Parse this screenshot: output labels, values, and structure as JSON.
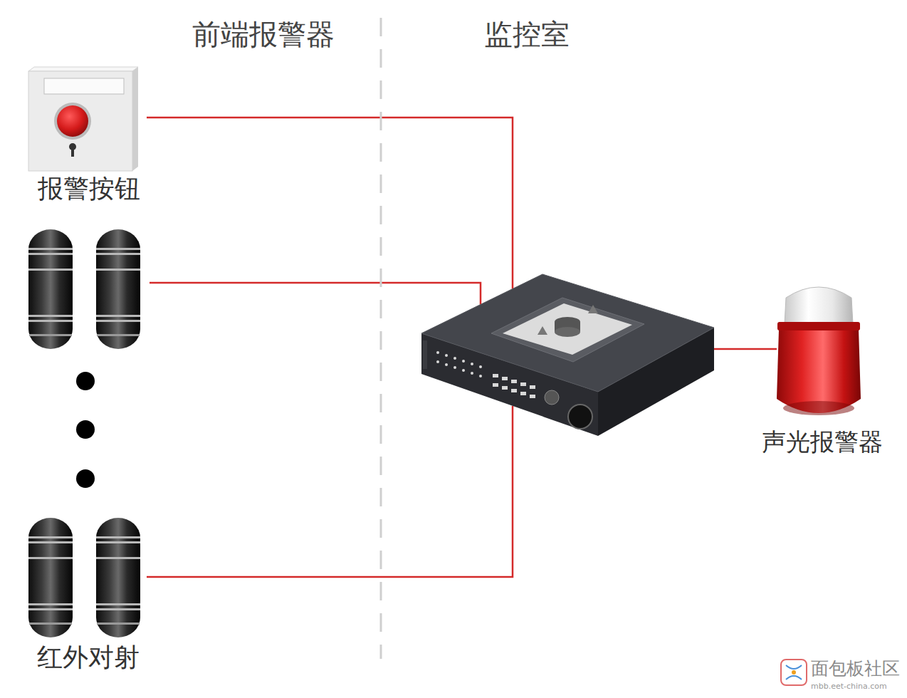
{
  "diagram": {
    "nodes": [
      {
        "text": [
          "报警按钮"
        ]
      },
      {
        "text": []
      },
      {
        "text": [
          "红外对射"
        ]
      },
      {
        "text": []
      },
      {
        "text": [
          "声光报警器"
        ]
      }
    ],
    "edges": [
      {
        "from": 0,
        "to": 3,
        "arrow": "none"
      },
      {
        "from": 1,
        "to": 3,
        "arrow": "none"
      },
      {
        "from": 2,
        "to": 3,
        "arrow": "none"
      },
      {
        "from": 3,
        "to": 4,
        "arrow": "none"
      }
    ],
    "labels": [
      "前端报警器",
      "监控室",
      "面包板社区",
      "mbb.eet-china.com"
    ]
  }
}
